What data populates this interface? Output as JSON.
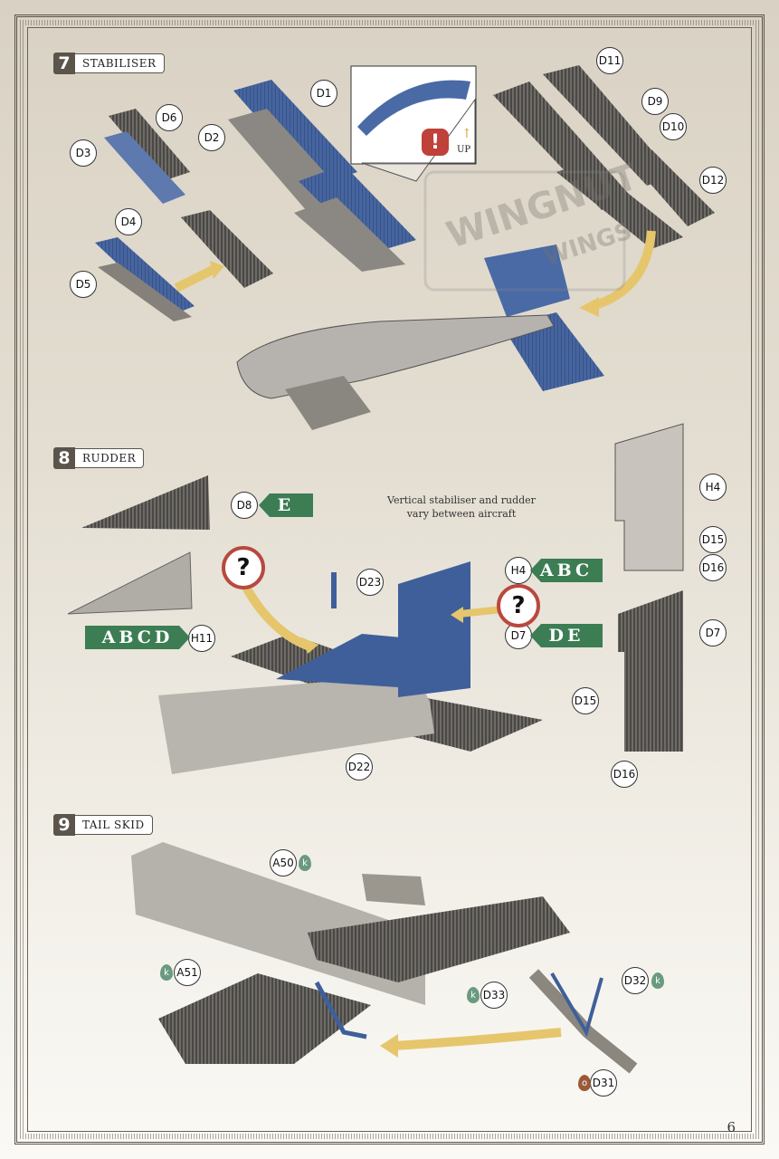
{
  "steps": [
    {
      "number": "7",
      "title": "STABILISER"
    },
    {
      "number": "8",
      "title": "RUDDER"
    },
    {
      "number": "9",
      "title": "TAIL SKID"
    }
  ],
  "callouts": {
    "s7": [
      "D1",
      "D2",
      "D3",
      "D4",
      "D5",
      "D6",
      "D9",
      "D10",
      "D11",
      "D12"
    ],
    "s8": [
      "D8",
      "H11",
      "D23",
      "D22",
      "H4",
      "D7",
      "H4",
      "D15",
      "D16",
      "D7",
      "D15",
      "D16"
    ],
    "s9": [
      "A50",
      "A51",
      "D33",
      "D32",
      "D31"
    ]
  },
  "paint": {
    "k": "k",
    "o": "o"
  },
  "detail_label": "UP",
  "warning_mark": "!",
  "question_mark": "?",
  "watermark": {
    "line1": "WINGNUT",
    "line2": "WINGS"
  },
  "tags": {
    "d8_version": "E",
    "h11_version": "ABCD",
    "h4_version": "ABC",
    "d7_version": "DE"
  },
  "note_line1": "Vertical stabiliser and rudder",
  "note_line2": "vary between aircraft",
  "page_number": "6",
  "colors": {
    "blue_part": "#3f5f9a",
    "grey_part": "#7d7a75",
    "arrow": "#e6c66c",
    "tag_green": "#3c7d54",
    "warning_red": "#b8493f"
  }
}
